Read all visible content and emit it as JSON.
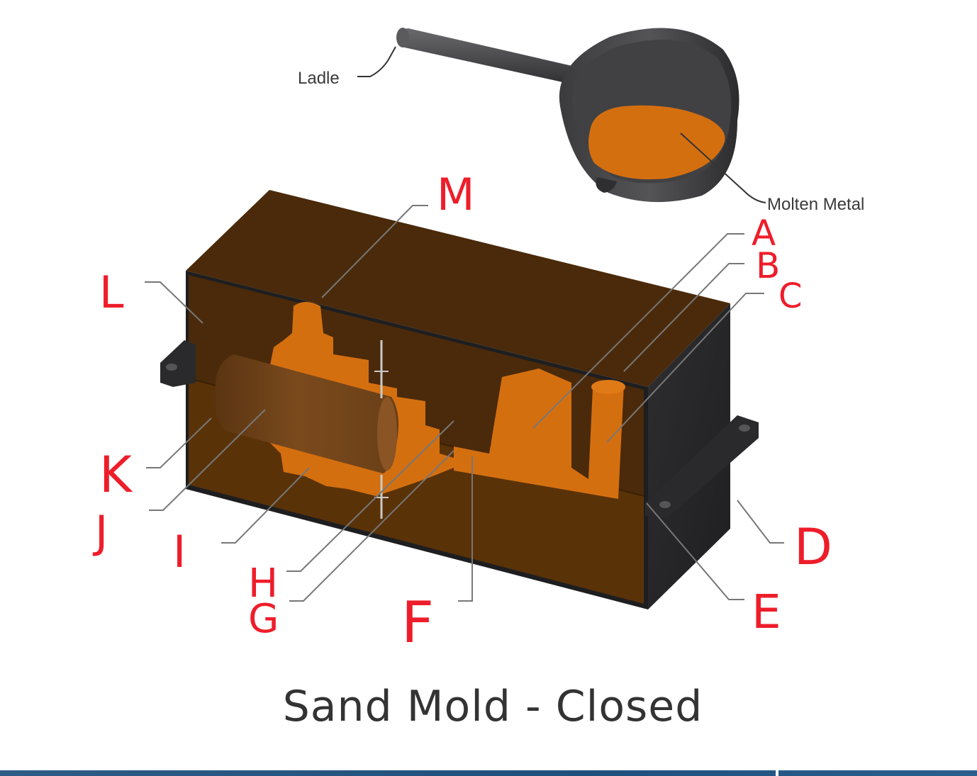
{
  "diagram": {
    "caption": "Sand Mold - Closed",
    "printed_labels": {
      "ladle": "Ladle",
      "molten_metal": "Molten Metal"
    },
    "handwritten_labels": {
      "A": "A",
      "B": "B",
      "C": "C",
      "D": "D",
      "E": "E",
      "F": "F",
      "G": "G",
      "H": "H",
      "I": "I",
      "J": "J",
      "K": "K",
      "L": "L",
      "M": "M"
    },
    "colors": {
      "sand": "#5a3208",
      "sand_top": "#4a2a0a",
      "mold_flask": "#2b2b2b",
      "cavity_metal": "#d46f10",
      "core": "#7a4a1a",
      "label_red": "#ee1d2a",
      "caption_text": "#333333",
      "bottom_bar": "#2d5c86"
    }
  }
}
